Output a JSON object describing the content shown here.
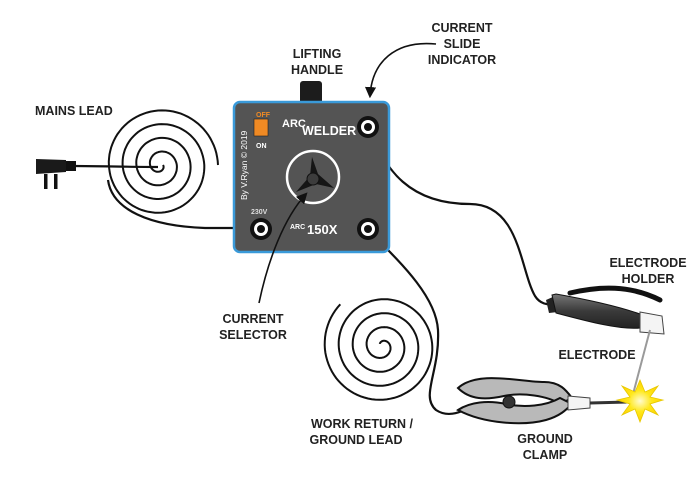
{
  "labels": {
    "mains_lead": "MAINS LEAD",
    "lifting_handle": [
      "LIFTING",
      "HANDLE"
    ],
    "current_slide_indicator": [
      "CURRENT",
      "SLIDE",
      "INDICATOR"
    ],
    "electrode_holder": [
      "ELECTRODE",
      "HOLDER"
    ],
    "electrode": "ELECTRODE",
    "current_selector": [
      "CURRENT",
      "SELECTOR"
    ],
    "work_return": [
      "WORK RETURN /",
      "GROUND LEAD"
    ],
    "ground_clamp": [
      "GROUND",
      "CLAMP"
    ]
  },
  "welder": {
    "switch_off": "OFF",
    "switch_on": "ON",
    "title_small": "ARC",
    "title": "WELDER",
    "model_small": "ARC",
    "model": "150X",
    "voltage": "230V",
    "credit": "By V.Ryan © 2019"
  },
  "colors": {
    "panel": "#545454",
    "panel_border": "#3a9ad9",
    "switch": "#f08a24",
    "cable": "#111111",
    "spark": "#ffe81a"
  }
}
